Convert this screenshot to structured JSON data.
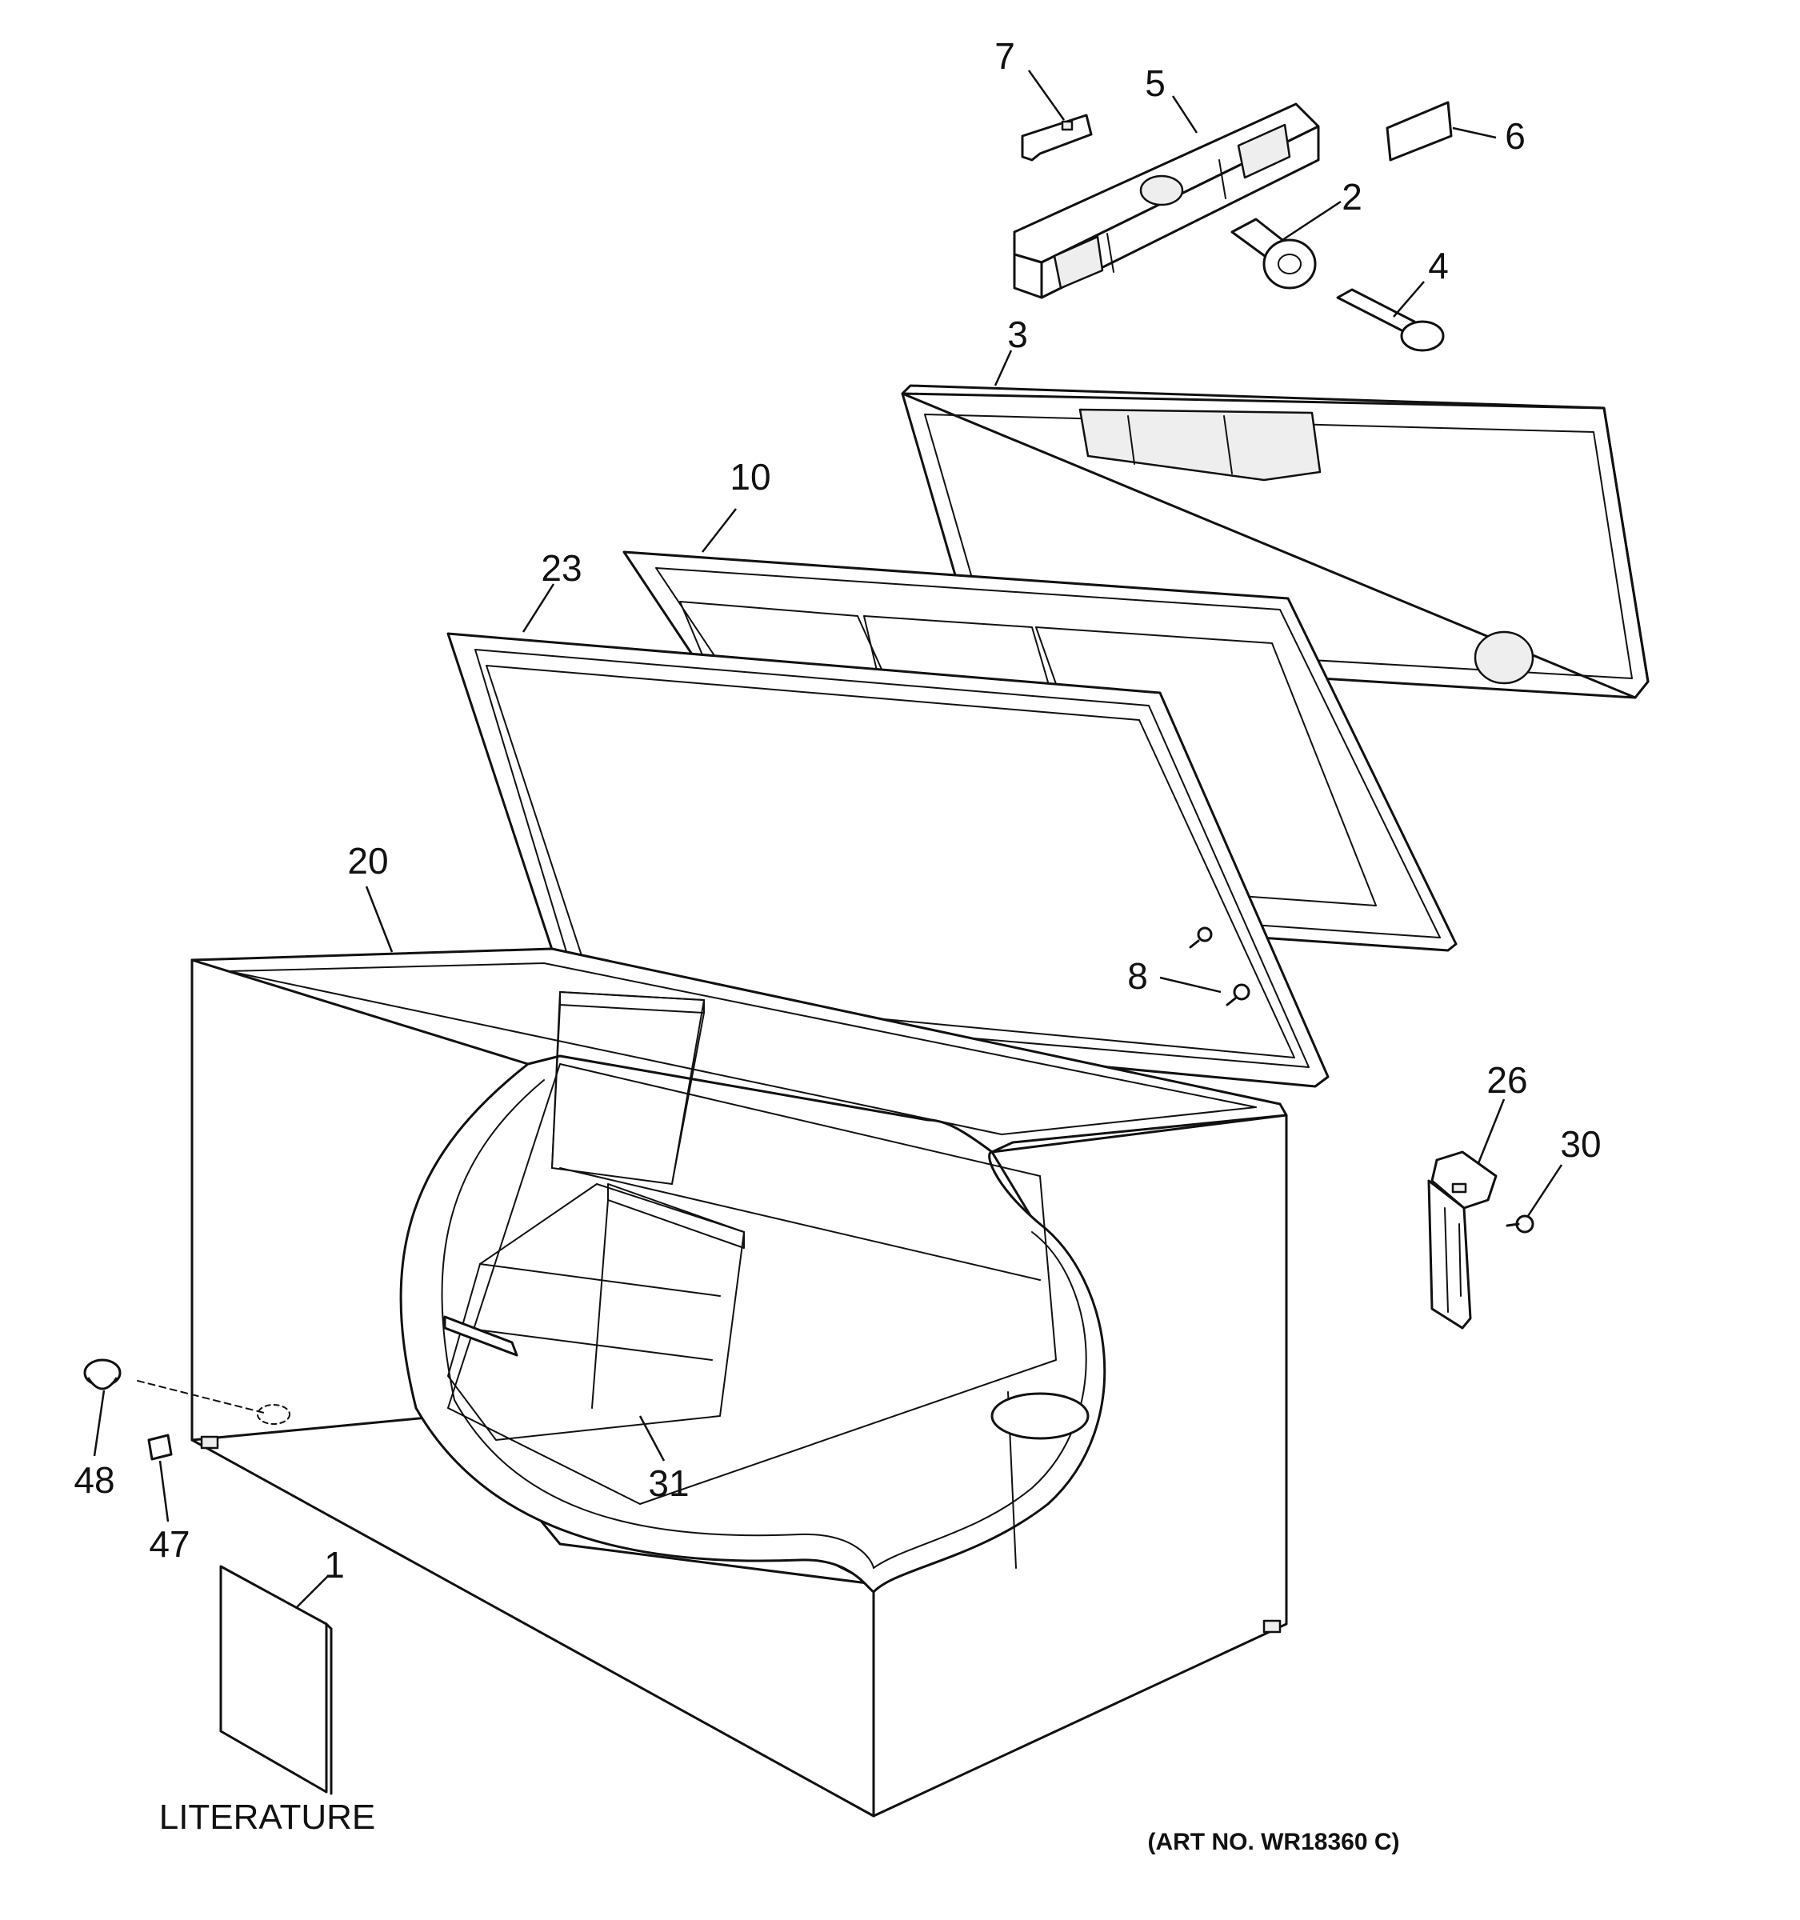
{
  "diagram": {
    "parts": [
      {
        "id": "p7",
        "callout": "7"
      },
      {
        "id": "p5",
        "callout": "5"
      },
      {
        "id": "p6",
        "callout": "6"
      },
      {
        "id": "p2",
        "callout": "2"
      },
      {
        "id": "p4",
        "callout": "4"
      },
      {
        "id": "p3",
        "callout": "3"
      },
      {
        "id": "p10",
        "callout": "10"
      },
      {
        "id": "p23",
        "callout": "23"
      },
      {
        "id": "p20",
        "callout": "20"
      },
      {
        "id": "p8",
        "callout": "8"
      },
      {
        "id": "p26",
        "callout": "26"
      },
      {
        "id": "p30",
        "callout": "30"
      },
      {
        "id": "p31",
        "callout": "31"
      },
      {
        "id": "p48",
        "callout": "48"
      },
      {
        "id": "p47",
        "callout": "47"
      },
      {
        "id": "p1",
        "callout": "1"
      }
    ],
    "literature_label": "LITERATURE",
    "art_number": "(ART NO. WR18360 C)"
  }
}
